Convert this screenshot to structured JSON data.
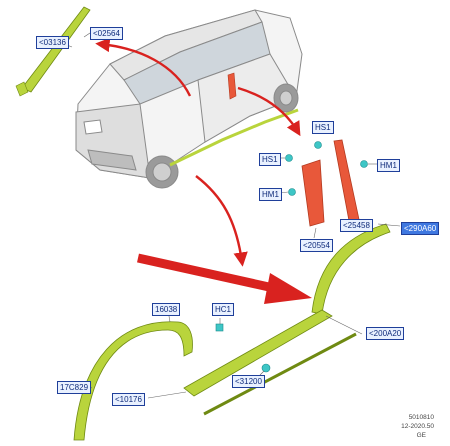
{
  "callouts": {
    "c03136": "<03136",
    "c02564": "<02564",
    "hs1_top": "HS1",
    "hs1_left": "HS1",
    "hm1_right": "HM1",
    "hm1_left": "HM1",
    "c25458": "<25458",
    "c20554": "<20554",
    "c290a60": "<290A60",
    "c16038": "16038",
    "hc1": "HC1",
    "c200a20": "<200A20",
    "c17c829": "17C829",
    "c31200": "<31200",
    "c10176": "<10176"
  },
  "footer": {
    "code": "5010810",
    "date": "12-2020.50",
    "region": "GE"
  },
  "colors": {
    "part_green": "#b9d43c",
    "part_red": "#e8583a",
    "arrow_red": "#d9221f",
    "clip_teal": "#3ec6c6",
    "callout_border": "#1f3f9a"
  }
}
